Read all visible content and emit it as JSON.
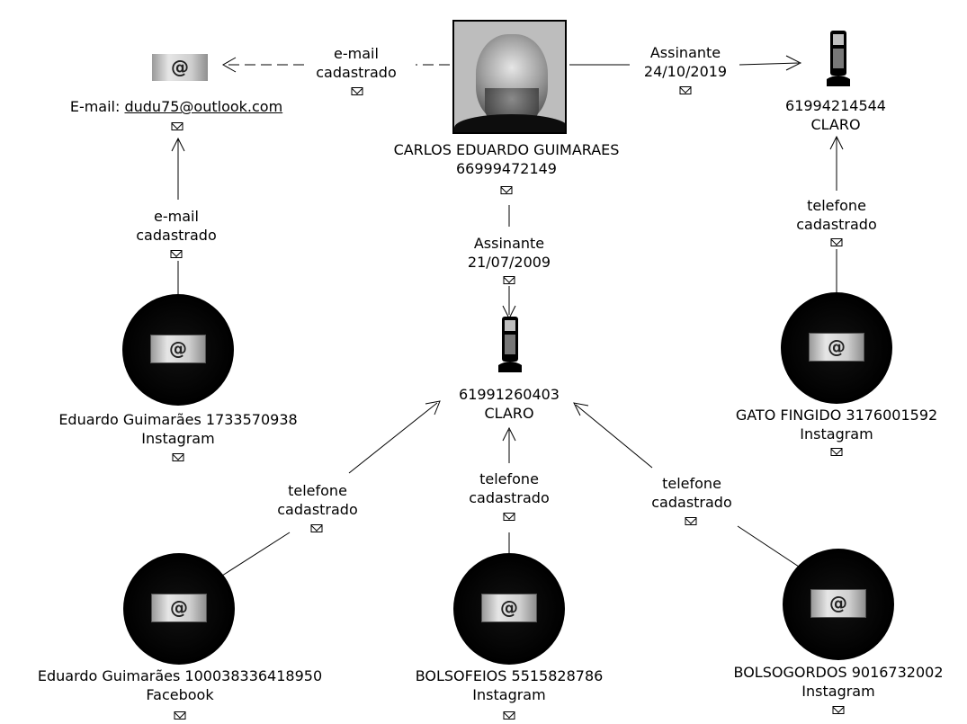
{
  "colors": {
    "background": "#ffffff",
    "ink": "#000000",
    "node_circle": "#000000"
  },
  "center_person": {
    "icon": "person-photo-icon",
    "name": "CARLOS EDUARDO GUIMARAES",
    "number": "66999472149"
  },
  "email_node": {
    "icon": "at-sign-icon",
    "prefix": "E-mail: ",
    "address": "dudu75@outlook.com"
  },
  "phone_top": {
    "icon": "mobile-phone-icon",
    "number": "61994214544",
    "carrier": "CLARO"
  },
  "phone_mid": {
    "icon": "mobile-phone-icon",
    "number": "61991260403",
    "carrier": "CLARO"
  },
  "accounts": {
    "eduardo_instagram": {
      "icon": "at-sign-icon",
      "name": "Eduardo Guimarães 1733570938",
      "network": "Instagram"
    },
    "gato_fingido": {
      "icon": "at-sign-icon",
      "name": "GATO FINGIDO 3176001592",
      "network": "Instagram"
    },
    "eduardo_facebook": {
      "icon": "at-sign-icon",
      "name": "Eduardo Guimarães 100038336418950",
      "network": "Facebook"
    },
    "bolsofeios": {
      "icon": "at-sign-icon",
      "name": "BOLSOFEIOS 5515828786",
      "network": "Instagram"
    },
    "bolsogordos": {
      "icon": "at-sign-icon",
      "name": "BOLSOGORDOS 9016732002",
      "network": "Instagram"
    }
  },
  "edges": {
    "person_email": {
      "line1": "e-mail",
      "line2": "cadastrado"
    },
    "person_phone_top": {
      "line1": "Assinante",
      "line2": "24/10/2019"
    },
    "person_phone_mid": {
      "line1": "Assinante",
      "line2": "21/07/2009"
    },
    "eduardo_ig_email": {
      "line1": "e-mail",
      "line2": "cadastrado"
    },
    "gato_phone_top": {
      "line1": "telefone",
      "line2": "cadastrado"
    },
    "facebook_phone_mid": {
      "line1": "telefone",
      "line2": "cadastrado"
    },
    "bolsofeios_phone_mid": {
      "line1": "telefone",
      "line2": "cadastrado"
    },
    "bolsogordos_phone_mid": {
      "line1": "telefone",
      "line2": "cadastrado"
    }
  }
}
